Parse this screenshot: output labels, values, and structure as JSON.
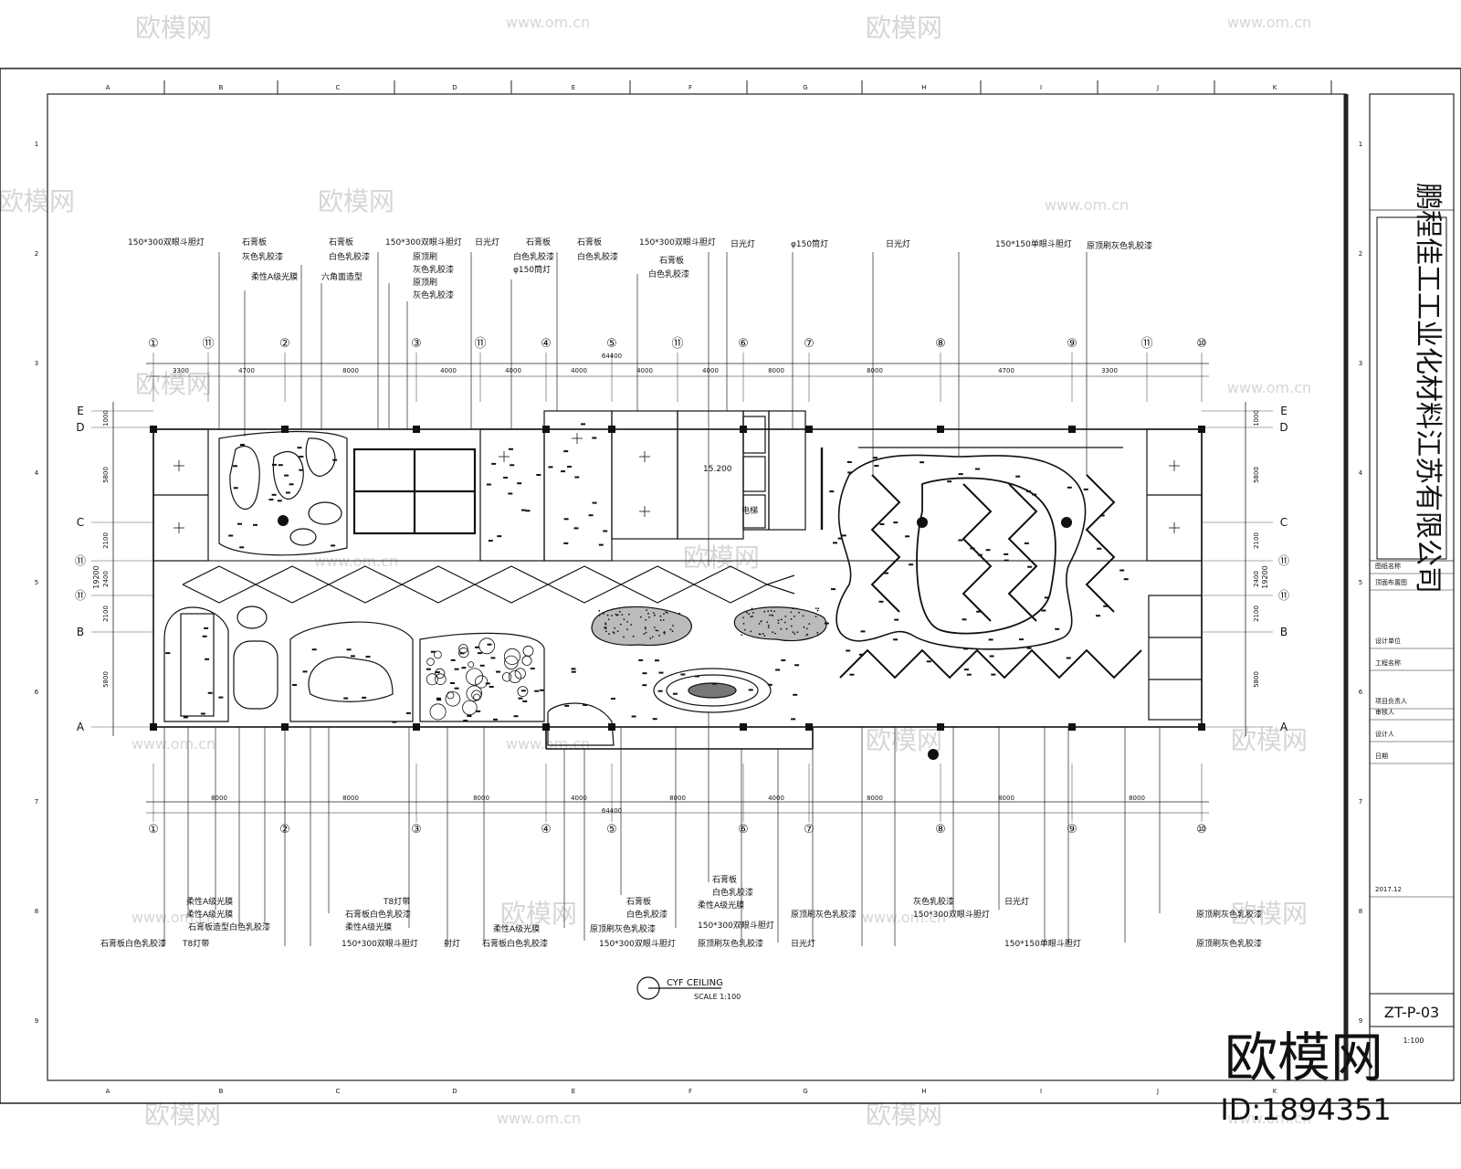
{
  "watermark": {
    "brand": "欧模网",
    "url": "www.om.cn"
  },
  "big_watermark": {
    "brand": "欧模网",
    "id": "ID:1894351"
  },
  "frame_letters_top": [
    "A",
    "B",
    "C",
    "D",
    "E",
    "F",
    "G",
    "H",
    "I",
    "J",
    "K"
  ],
  "frame_letters_bottom": [
    "A",
    "B",
    "C",
    "D",
    "E",
    "F",
    "G",
    "H",
    "I",
    "J",
    "K"
  ],
  "frame_numbers_side": [
    "1",
    "2",
    "3",
    "4",
    "5",
    "6",
    "7",
    "8",
    "9"
  ],
  "grid": {
    "cols": [
      "①",
      "⑪",
      "②",
      "③",
      "⑪",
      "④",
      "⑤",
      "⑪",
      "⑥",
      "⑦",
      "⑧",
      "⑨",
      "⑪",
      "⑩"
    ],
    "cols_bottom": [
      "①",
      "②",
      "③",
      "④",
      "⑤",
      "⑥",
      "⑦",
      "⑧",
      "⑨",
      "⑩"
    ],
    "rows": [
      "E",
      "D",
      "C",
      "⑪",
      "⑪",
      "B",
      "A"
    ],
    "dims_top": [
      "3300",
      "4700",
      "8000",
      "4000",
      "4000",
      "4000",
      "4000",
      "4000",
      "8000",
      "8000",
      "4700",
      "3300"
    ],
    "dims_bottom": [
      "8000",
      "8000",
      "8000",
      "4000",
      "8000",
      "4000",
      "8000",
      "8000",
      "8000"
    ],
    "total": "64400",
    "dims_side": [
      "1000",
      "5800",
      "2100",
      "2400",
      "2100",
      "5800"
    ],
    "total_side": "19200"
  },
  "labels_top": [
    "150*300双眼斗胆灯",
    "石膏板",
    "灰色乳胶漆",
    "柔性A级光膜",
    "石膏板",
    "白色乳胶漆",
    "六角面造型",
    "150*300双眼斗胆灯",
    "原顶刷",
    "灰色乳胶漆",
    "原顶刷",
    "灰色乳胶漆",
    "日光灯",
    "石膏板",
    "白色乳胶漆",
    "φ150筒灯",
    "石膏板",
    "白色乳胶漆",
    "150*300双眼斗胆灯",
    "石膏板",
    "白色乳胶漆",
    "日光灯",
    "φ150筒灯",
    "日光灯",
    "150*150单眼斗胆灯",
    "原顶刷灰色乳胶漆"
  ],
  "labels_bottom": [
    "柔性A级光膜",
    "柔性A级光膜",
    "石膏板造型白色乳胶漆",
    "石膏板白色乳胶漆",
    "T8灯带",
    "T8灯带",
    "石膏板白色乳胶漆",
    "柔性A级光膜",
    "150*300双眼斗胆灯",
    "柔性A级光膜",
    "石膏板白色乳胶漆",
    "射灯",
    "石膏板",
    "白色乳胶漆",
    "原顶刷灰色乳胶漆",
    "150*300双眼斗胆灯",
    "石膏板",
    "白色乳胶漆",
    "柔性A级光膜",
    "150*300双眼斗胆灯",
    "原顶刷灰色乳胶漆",
    "原顶刷灰色乳胶漆",
    "日光灯",
    "灰色乳胶漆",
    "150*300双眼斗胆灯",
    "日光灯",
    "150*150单眼斗胆灯",
    "原顶刷灰色乳胶漆",
    "原顶刷灰色乳胶漆"
  ],
  "plan_title": "CYF CEILING",
  "plan_scale": "SCALE 1:100",
  "rooms": {
    "elevator": "电梯",
    "area": "15.200"
  },
  "title_block": {
    "company": "鹏程佳工工业化材料江苏有限公司",
    "rows": [
      "图纸名称",
      "顶面布置图",
      "设计单位",
      "工程名称",
      "项目负责人",
      "审核人",
      "设计人",
      "日期",
      "2017.12"
    ],
    "drawing_no": "ZT-P-03",
    "scale": "1:100"
  }
}
